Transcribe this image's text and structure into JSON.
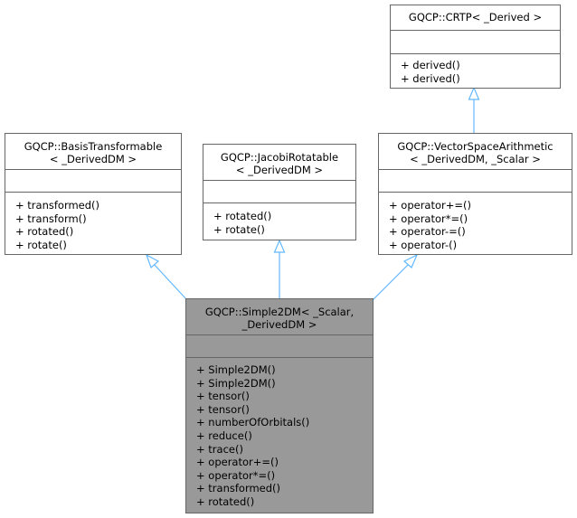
{
  "classes": {
    "crtp": {
      "title": [
        "GQCP::CRTP< _Derived >"
      ],
      "methods": [
        "+ derived()",
        "+ derived()"
      ]
    },
    "basis": {
      "title": [
        "GQCP::BasisTransformable",
        "< _DerivedDM >"
      ],
      "methods": [
        "+ transformed()",
        "+ transform()",
        "+ rotated()",
        "+ rotate()"
      ]
    },
    "jacobi": {
      "title": [
        "GQCP::JacobiRotatable",
        "< _DerivedDM >"
      ],
      "methods": [
        "+ rotated()",
        "+ rotate()"
      ]
    },
    "vector": {
      "title": [
        "GQCP::VectorSpaceArithmetic",
        "< _DerivedDM, _Scalar >"
      ],
      "methods": [
        "+ operator+=()",
        "+ operator*=()",
        "+ operator-=()",
        "+ operator-()"
      ]
    },
    "simple2dm": {
      "title": [
        "GQCP::Simple2DM< _Scalar,",
        "_DerivedDM >"
      ],
      "methods": [
        "+ Simple2DM()",
        "+ Simple2DM()",
        "+ tensor()",
        "+ tensor()",
        "+ numberOfOrbitals()",
        "+ reduce()",
        "+ trace()",
        "+ operator+=()",
        "+ operator*=()",
        "+ transformed()",
        "+ rotated()"
      ]
    }
  },
  "colors": {
    "edge": "#63b8ff",
    "border": "#666666",
    "focus_fill": "#999999"
  }
}
